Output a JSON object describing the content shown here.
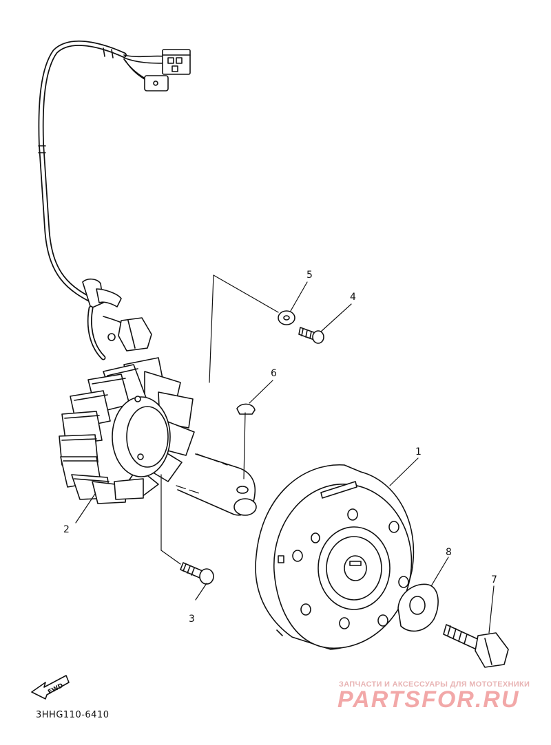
{
  "callouts": {
    "c1": "1",
    "c2": "2",
    "c3": "3",
    "c4": "4",
    "c5": "5",
    "c6": "6",
    "c7": "7",
    "c8": "8"
  },
  "fwd_label": "FWD",
  "part_code": "3HHG110-6410",
  "watermark": {
    "tagline": "ЗАПЧАСТИ И АКСЕССУАРЫ ДЛЯ МОТОТЕХНИКИ",
    "brand": "PARTSFOR.RU"
  },
  "colors": {
    "line": "#111111",
    "watermark": "#f2a8a8"
  }
}
